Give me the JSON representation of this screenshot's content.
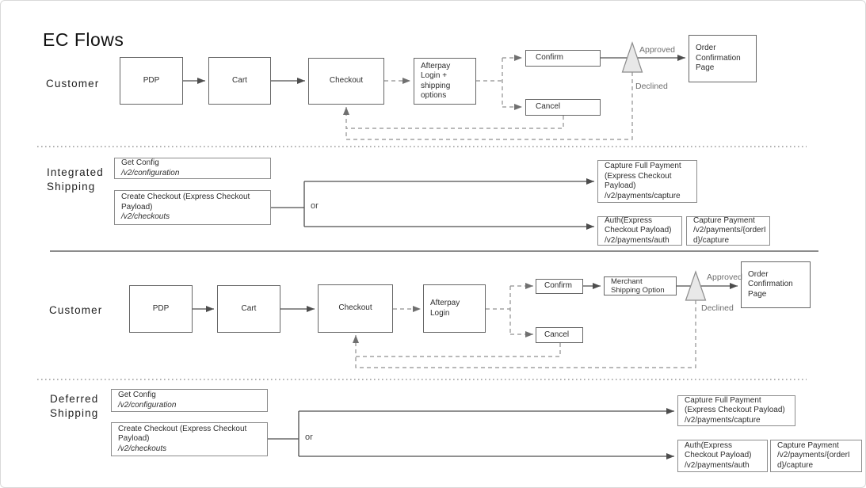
{
  "title": "EC Flows",
  "colors": {
    "box_border": "#666666",
    "api_box_border": "#8c8c8c",
    "solid_line": "#4d4d4d",
    "dashed_line": "#8f8f8f",
    "divider_dotted": "#999999",
    "divider_solid": "#666666",
    "triangle_fill": "#e8e8e8",
    "text": "#2e2e2e",
    "edge_label": "#6e6e6e"
  },
  "lane1": {
    "label": "Customer",
    "pdp": "PDP",
    "cart": "Cart",
    "checkout": "Checkout",
    "afterpay": "Afterpay\nLogin +\nshipping\noptions",
    "confirm": "Confirm",
    "cancel": "Cancel",
    "approved": "Approved",
    "declined": "Declined",
    "order_confirmation": "Order\nConfirmation\nPage"
  },
  "lane2": {
    "label": "Integrated\nShipping",
    "get_config": {
      "name": "Get Config",
      "path": "/v2/configuration"
    },
    "create_checkout": {
      "name": "Create Checkout (Express Checkout\nPayload)",
      "path": "/v2/checkouts"
    },
    "or": "or",
    "capture_full": "Capture Full Payment\n(Express Checkout\nPayload)\n/v2/payments/capture",
    "auth": "Auth(Express\nCheckout Payload)\n/v2/payments/auth",
    "capture_payment": "Capture Payment\n/v2/payments/{orderI\nd}/capture"
  },
  "lane3": {
    "label": "Customer",
    "pdp": "PDP",
    "cart": "Cart",
    "checkout": "Checkout",
    "afterpay": "Afterpay\nLogin",
    "confirm": "Confirm",
    "cancel": "Cancel",
    "merchant_shipping": "Merchant\nShipping Option",
    "approved": "Approved",
    "declined": "Declined",
    "order_confirmation": "Order\nConfirmation\nPage"
  },
  "lane4": {
    "label": "Deferred\nShipping",
    "get_config": {
      "name": "Get Config",
      "path": "/v2/configuration"
    },
    "create_checkout": {
      "name": "Create Checkout (Express Checkout\nPayload)",
      "path": "/v2/checkouts"
    },
    "or": "or",
    "capture_full": "Capture Full Payment\n(Express Checkout Payload)\n/v2/payments/capture",
    "auth": "Auth(Express\nCheckout Payload)\n/v2/payments/auth",
    "capture_payment": "Capture Payment\n/v2/payments/{orderI\nd}/capture"
  }
}
